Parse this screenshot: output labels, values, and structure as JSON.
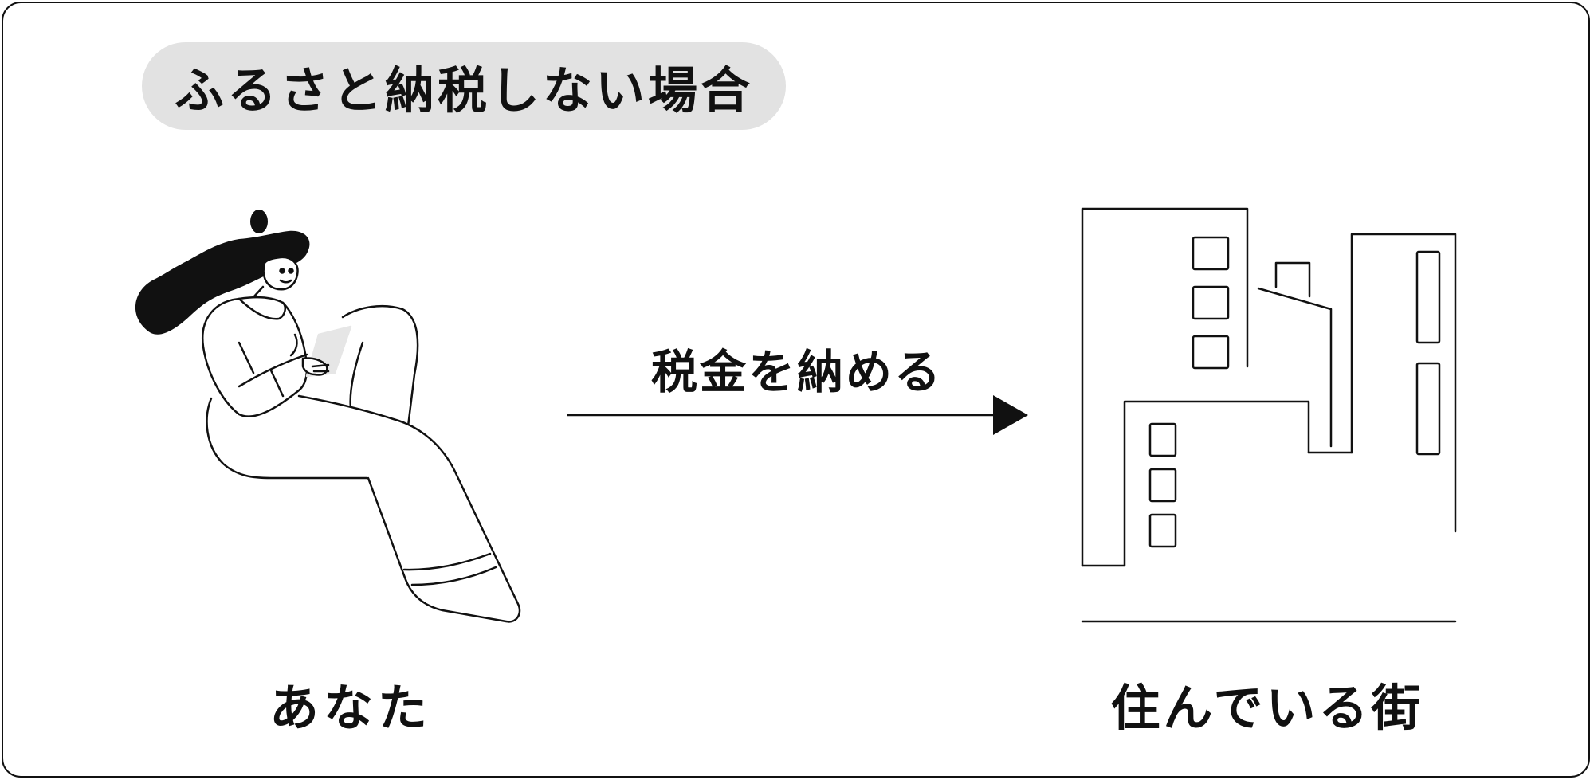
{
  "title": "ふるさと納税しない場合",
  "flow": {
    "arrow_label": "税金を納める",
    "source_label": "あなた",
    "target_label": "住んでいる街"
  },
  "colors": {
    "line": "#111111",
    "pill_background": "#e2e2e2",
    "tablet": "#e6e6e6"
  },
  "icons": {
    "source": "woman-reading-tablet-illustration",
    "target": "city-buildings-illustration"
  }
}
